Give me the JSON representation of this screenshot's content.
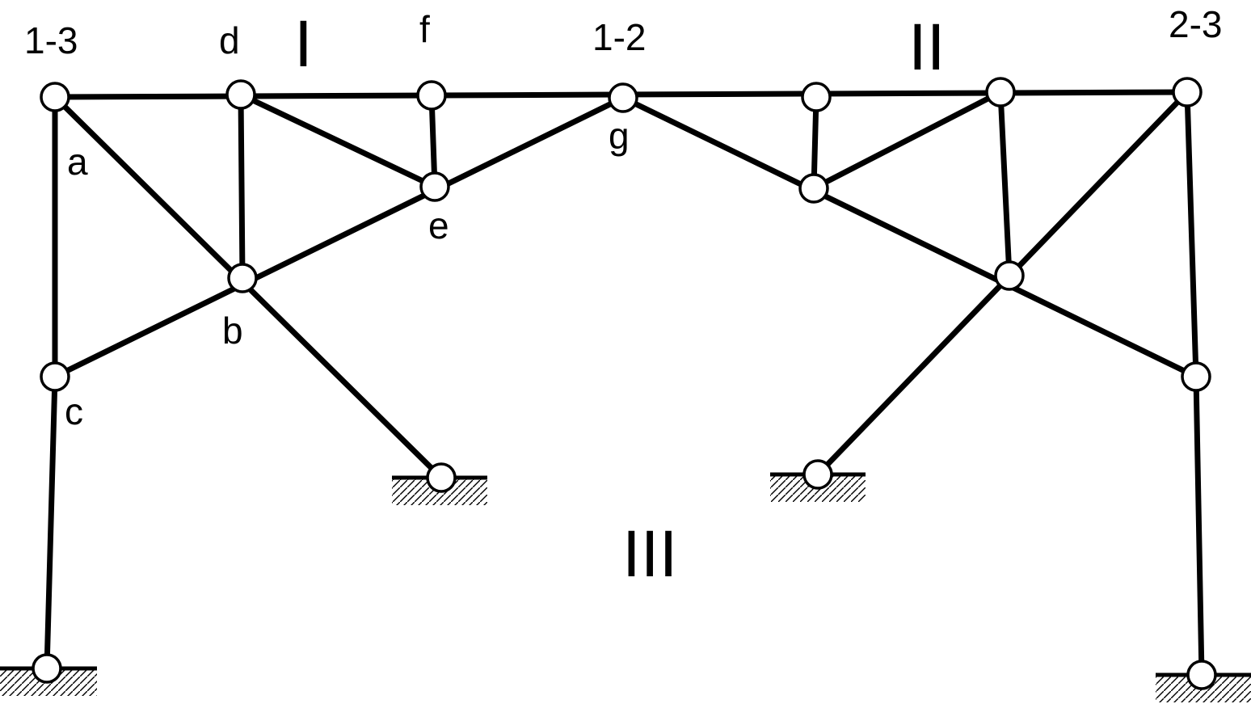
{
  "diagram": {
    "labels": {
      "p13": "1-3",
      "d": "d",
      "body1": "I",
      "f": "f",
      "p12": "1-2",
      "body2": "II",
      "p23": "2-3",
      "a": "a",
      "g": "g",
      "e": "e",
      "b": "b",
      "c": "c",
      "body3": "III"
    }
  }
}
